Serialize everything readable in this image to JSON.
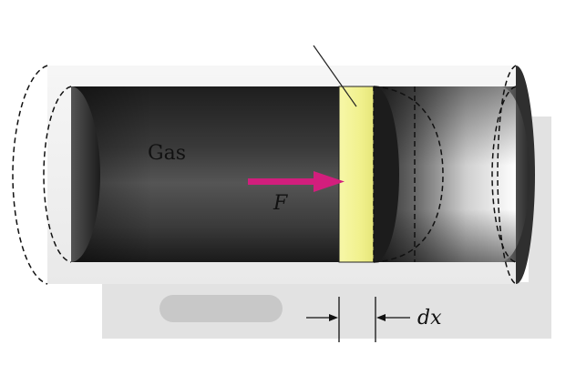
{
  "diagram": {
    "gas_label": "Gas",
    "force_label": "F",
    "displacement_label": "dx"
  },
  "colors": {
    "cylinder_dark": "#2c2c2c",
    "cylinder_light": "#f4f4f4",
    "piston": "#f3f39a",
    "force_arrow": "#d21e7d",
    "shadow": "#e0e0e0"
  }
}
